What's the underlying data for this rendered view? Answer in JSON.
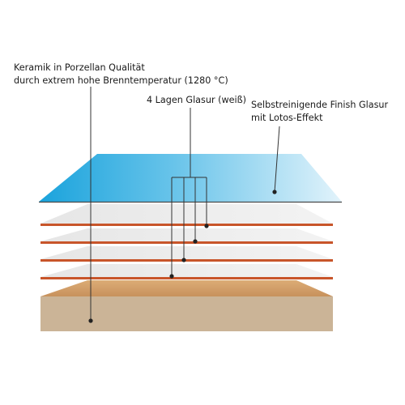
{
  "labels": {
    "ceramic": {
      "line1": "Keramik in Porzellan Qualität",
      "line2": "durch extrem hohe Brenntemperatur (1280 °C)"
    },
    "glaze": {
      "line1": "4 Lagen Glasur (weiß)"
    },
    "finish": {
      "line1": "Selbstreinigende Finish Glasur",
      "line2": "mit Lotos-Effekt"
    }
  },
  "colors": {
    "finish_glaze_layer": "#2aa6dc",
    "white_glaze_layer": "#ececec",
    "glaze_edge": "#c8552a",
    "ceramic_top": "#cf9a66",
    "ceramic_front": "#cbb497",
    "leader_line": "#333333"
  }
}
